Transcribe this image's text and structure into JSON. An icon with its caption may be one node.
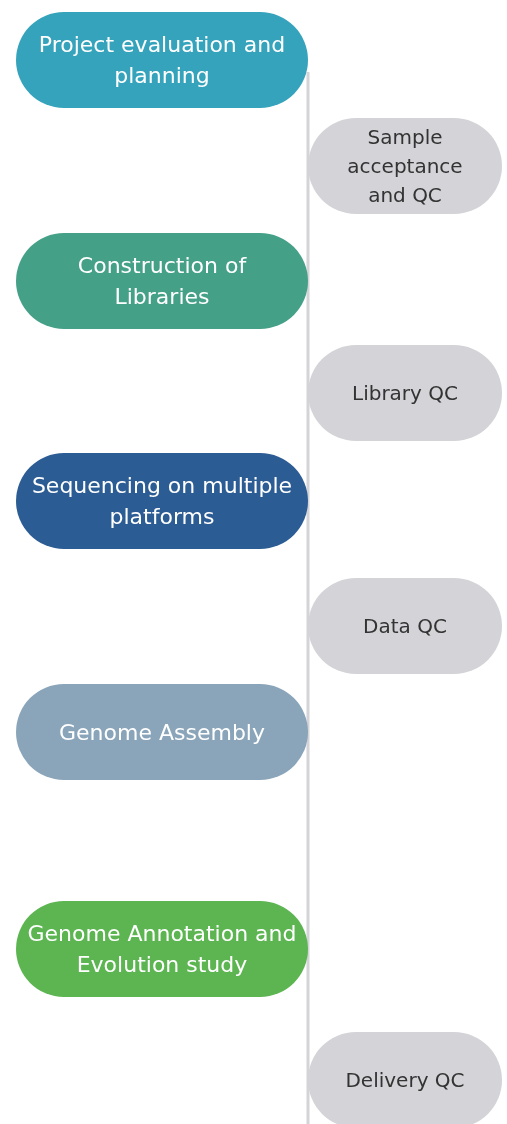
{
  "diagram": {
    "nodes": [
      {
        "text": [
          "Project evaluation and planning"
        ]
      },
      {
        "text": [
          "Sample acceptance and QC"
        ]
      },
      {
        "text": [
          "Construction of Libraries"
        ]
      },
      {
        "text": [
          "Library QC"
        ]
      },
      {
        "text": [
          "Sequencing on multiple platforms"
        ]
      },
      {
        "text": [
          "Data QC"
        ]
      },
      {
        "text": [
          "Genome Assembly"
        ]
      },
      {
        "text": [
          "Genome Annotation and Evolution study"
        ]
      },
      {
        "text": [
          "Delivery QC"
        ]
      }
    ],
    "edges": [
      {
        "from": 0,
        "to": 8,
        "arrow": "none"
      }
    ]
  }
}
